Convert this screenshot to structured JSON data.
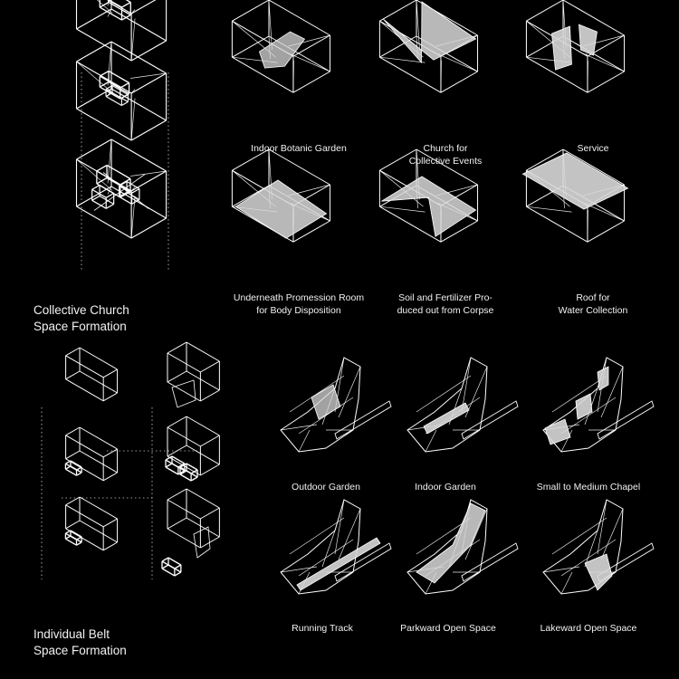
{
  "section_collective": {
    "title": "Collective Church\nSpace Formation",
    "items": [
      {
        "caption": "Indoor Botanic Garden"
      },
      {
        "caption": "Church for\nCollective Events"
      },
      {
        "caption": "Service"
      },
      {
        "caption": "Underneath Promession Room\nfor Body Disposition"
      },
      {
        "caption": "Soil and Fertilizer Pro-\nduced out from Corpse"
      },
      {
        "caption": "Roof for\nWater Collection"
      }
    ]
  },
  "section_individual": {
    "title": "Individual Belt\nSpace Formation",
    "items": [
      {
        "caption": "Outdoor Garden"
      },
      {
        "caption": "Indoor Garden"
      },
      {
        "caption": "Small to Medium Chapel"
      },
      {
        "caption": "Running Track"
      },
      {
        "caption": "Parkward Open Space"
      },
      {
        "caption": "Lakeward Open Space"
      }
    ]
  },
  "colors": {
    "background": "#000000",
    "line": "#ffffff",
    "fill": "#d8d8d8"
  }
}
